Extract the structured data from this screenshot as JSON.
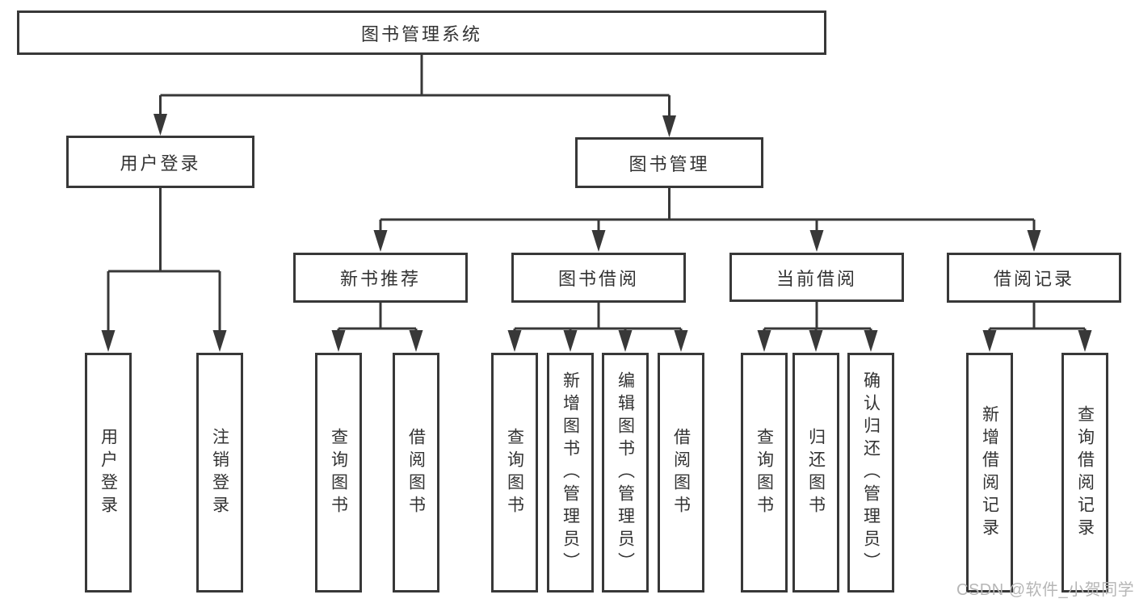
{
  "diagram": {
    "watermark": "CSDN @软件_小贺同学",
    "colors": {
      "line": "#383838",
      "box_border": "#383838",
      "text": "#333333",
      "background": "#ffffff",
      "watermark": "#b6b6b6"
    },
    "nodes": {
      "root": "图书管理系统",
      "user_login": "用户登录",
      "book_management": "图书管理",
      "new_book_recommend": "新书推荐",
      "book_borrow": "图书借阅",
      "current_borrow": "当前借阅",
      "borrow_record": "借阅记录",
      "login_leaf": "用户登录",
      "logout_leaf": "注销登录",
      "rec_query_leaf": "查询图书",
      "rec_borrow_leaf": "借阅图书",
      "bb_query_leaf": "查询图书",
      "bb_add_leaf": "新增图书（管理员）",
      "bb_edit_leaf": "编辑图书（管理员）",
      "bb_borrow_leaf": "借阅图书",
      "cb_query_leaf": "查询图书",
      "cb_return_leaf": "归还图书",
      "cb_confirm_leaf": "确认归还（管理员）",
      "br_add_leaf": "新增借阅记录",
      "br_query_leaf": "查询借阅记录"
    }
  }
}
